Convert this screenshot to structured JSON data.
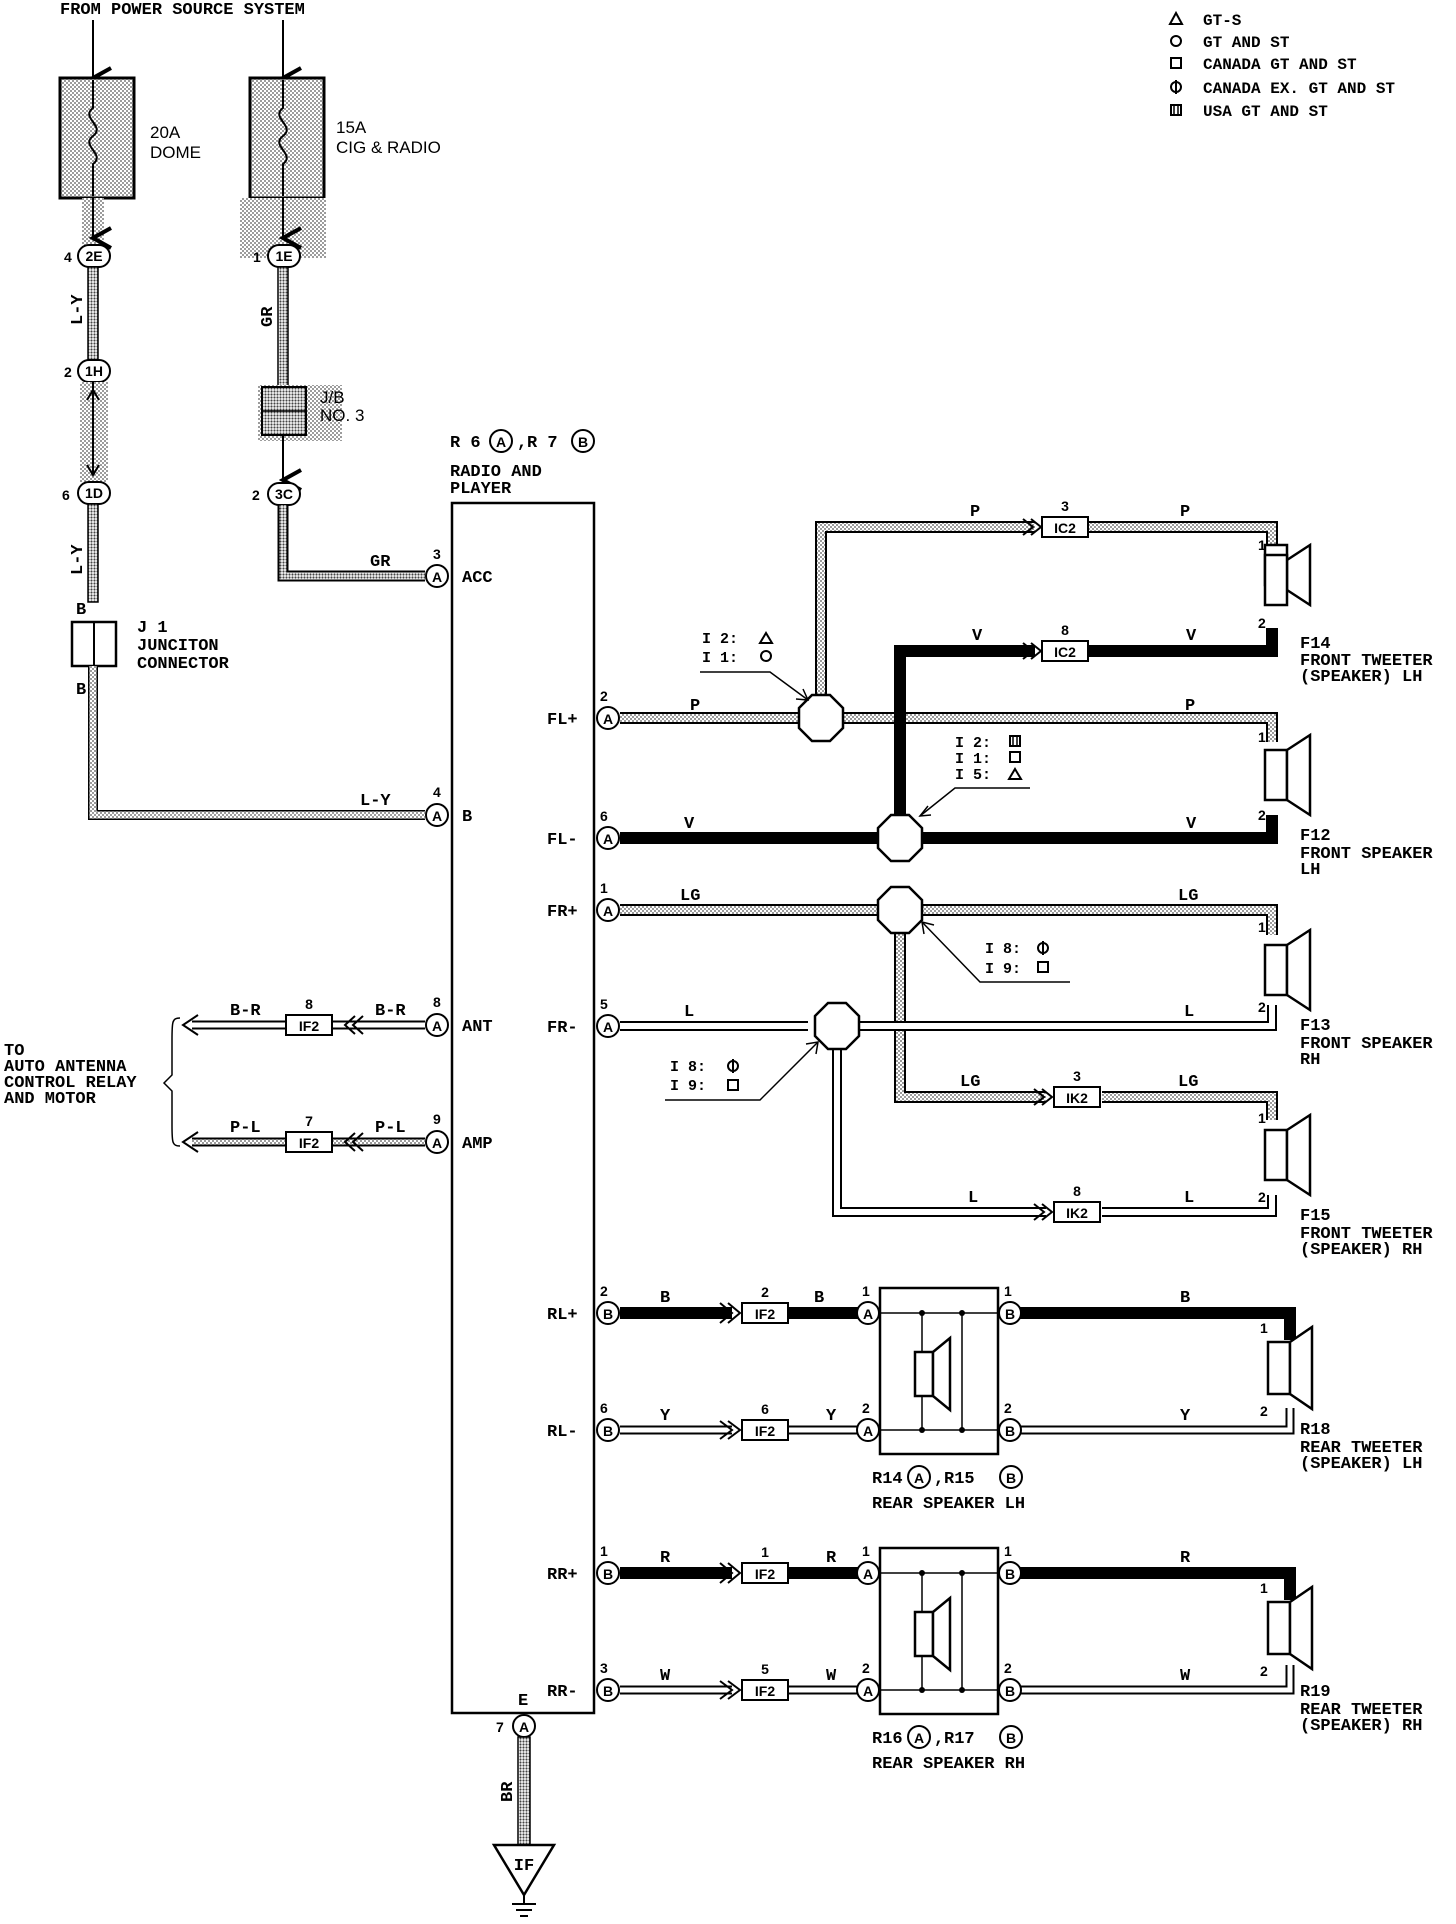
{
  "header": {
    "title": "FROM POWER SOURCE SYSTEM"
  },
  "legend": [
    {
      "symbol": "triangle",
      "label": "GT-S"
    },
    {
      "symbol": "circle",
      "label": "GT AND ST"
    },
    {
      "symbol": "square",
      "label": "CANADA GT AND ST"
    },
    {
      "symbol": "circle-bar",
      "label": "CANADA EX. GT AND ST"
    },
    {
      "symbol": "square-bars",
      "label": "USA GT AND ST"
    }
  ],
  "fuses": {
    "dome": {
      "rating": "20A",
      "name": "DOME"
    },
    "cig": {
      "rating": "15A",
      "name": "CIG & RADIO"
    }
  },
  "connectors_left": {
    "c2e_pin": "4",
    "c2e": "2E",
    "c1h_pin": "2",
    "c1h": "1H",
    "c1d_pin": "6",
    "c1d": "1D",
    "c1e_pin": "1",
    "c1e": "1E",
    "c3c_pin": "2",
    "c3c": "3C"
  },
  "jb": {
    "line1": "J/B",
    "line2": "NO. 3"
  },
  "junction": {
    "code": "J 1",
    "line1": "JUNCITON",
    "line2": "CONNECTOR",
    "top_pin": "B",
    "bottom_pin": "B"
  },
  "wires": {
    "ly": "L-Y",
    "gr": "GR",
    "p": "P",
    "v": "V",
    "lg": "LG",
    "l": "L",
    "br_wire": "B-R",
    "pl": "P-L",
    "b": "B",
    "y": "Y",
    "r": "R",
    "w": "W",
    "br": "BR"
  },
  "radio": {
    "title_code": "R 6",
    "title_code2": "R 7",
    "conn_a": "A",
    "conn_b": "B",
    "line1": "RADIO AND",
    "line2": "PLAYER",
    "pins": {
      "acc": {
        "num": "3",
        "conn": "A",
        "label": "ACC"
      },
      "b": {
        "num": "4",
        "conn": "A",
        "label": "B"
      },
      "ant": {
        "num": "8",
        "conn": "A",
        "label": "ANT"
      },
      "amp": {
        "num": "9",
        "conn": "A",
        "label": "AMP"
      },
      "fl_plus": {
        "num": "2",
        "conn": "A",
        "label": "FL+"
      },
      "fl_minus": {
        "num": "6",
        "conn": "A",
        "label": "FL-"
      },
      "fr_plus": {
        "num": "1",
        "conn": "A",
        "label": "FR+"
      },
      "fr_minus": {
        "num": "5",
        "conn": "A",
        "label": "FR-"
      },
      "rl_plus": {
        "num": "2",
        "conn": "B",
        "label": "RL+"
      },
      "rl_minus": {
        "num": "6",
        "conn": "B",
        "label": "RL-"
      },
      "rr_plus": {
        "num": "1",
        "conn": "B",
        "label": "RR+"
      },
      "rr_minus": {
        "num": "3",
        "conn": "B",
        "label": "RR-"
      },
      "e": {
        "num": "7",
        "conn": "A",
        "label": "E"
      }
    }
  },
  "antenna": {
    "line1": "TO",
    "line2": "AUTO ANTENNA",
    "line3": "CONTROL RELAY",
    "line4": "AND MOTOR"
  },
  "inline_connectors": {
    "if2_8": {
      "pin": "8",
      "name": "IF2"
    },
    "if2_7": {
      "pin": "7",
      "name": "IF2"
    },
    "ic2_3": {
      "pin": "3",
      "name": "IC2"
    },
    "ic2_8": {
      "pin": "8",
      "name": "IC2"
    },
    "ik2_3": {
      "pin": "3",
      "name": "IK2"
    },
    "ik2_8": {
      "pin": "8",
      "name": "IK2"
    },
    "if2_2": {
      "pin": "2",
      "name": "IF2"
    },
    "if2_6": {
      "pin": "6",
      "name": "IF2"
    },
    "if2_1": {
      "pin": "1",
      "name": "IF2"
    },
    "if2_5": {
      "pin": "5",
      "name": "IF2"
    }
  },
  "splices": {
    "s1": {
      "line1": "I 2:",
      "line2": "I 1:"
    },
    "s2": {
      "line1": "I 2:",
      "line2": "I 1:",
      "line3": "I 5:"
    },
    "s3": {
      "line1": "I 8:",
      "line2": "I 9:"
    },
    "s4": {
      "line1": "I 8:",
      "line2": "I 9:"
    }
  },
  "speakers": {
    "f14": {
      "code": "F14",
      "line1": "FRONT TWEETER",
      "line2": "(SPEAKER) LH",
      "pin1": "1",
      "pin2": "2"
    },
    "f12": {
      "code": "F12",
      "line1": "FRONT SPEAKER",
      "line2": "LH",
      "pin1": "1",
      "pin2": "2"
    },
    "f13": {
      "code": "F13",
      "line1": "FRONT SPEAKER",
      "line2": "RH",
      "pin1": "1",
      "pin2": "2"
    },
    "f15": {
      "code": "F15",
      "line1": "FRONT TWEETER",
      "line2": "(SPEAKER) RH",
      "pin1": "1",
      "pin2": "2"
    },
    "r18": {
      "code": "R18",
      "line1": "REAR TWEETER",
      "line2": "(SPEAKER) LH",
      "pin1": "1",
      "pin2": "2"
    },
    "r19": {
      "code": "R19",
      "line1": "REAR TWEETER",
      "line2": "(SPEAKER) RH",
      "pin1": "1",
      "pin2": "2"
    }
  },
  "rear_speakers": {
    "lh": {
      "code1": "R14",
      "code2": "R15",
      "conn1": "A",
      "conn2": "B",
      "name": "REAR SPEAKER LH",
      "in1": "1",
      "in2": "2",
      "out1": "1",
      "out2": "2",
      "conn_in": "A",
      "conn_out": "B"
    },
    "rh": {
      "code1": "R16",
      "code2": "R17",
      "conn1": "A",
      "conn2": "B",
      "name": "REAR SPEAKER RH",
      "in1": "1",
      "in2": "2",
      "out1": "1",
      "out2": "2",
      "conn_in": "A",
      "conn_out": "B"
    }
  },
  "ground": {
    "label": "IF"
  }
}
